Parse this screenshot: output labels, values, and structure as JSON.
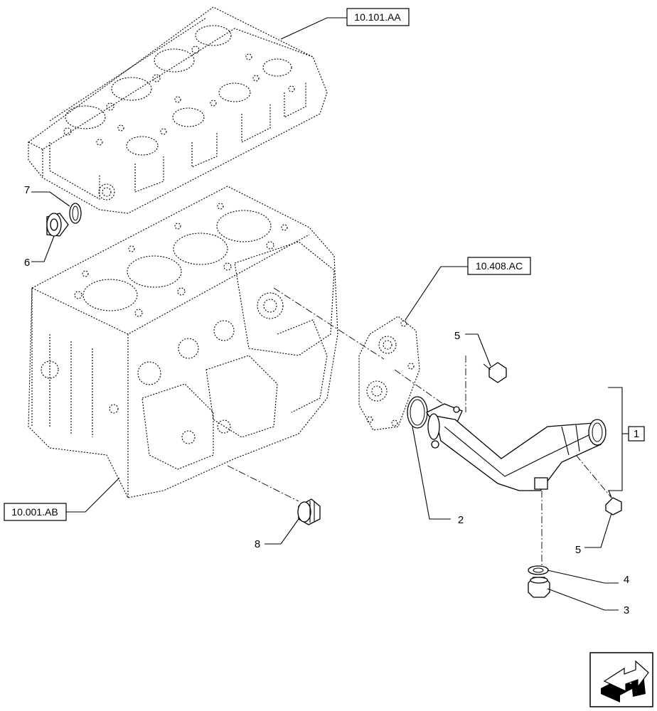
{
  "reference_boxes": {
    "cylinder_head": "10.101.AA",
    "timing_cover": "10.408.AC",
    "engine_block": "10.001.AB"
  },
  "callouts": {
    "c1": "1",
    "c2": "2",
    "c3": "3",
    "c4": "4",
    "c5_top": "5",
    "c5_bottom": "5",
    "c6": "6",
    "c7": "7",
    "c8": "8"
  },
  "icons": {
    "navigation": "next-page-arrow-icon"
  }
}
